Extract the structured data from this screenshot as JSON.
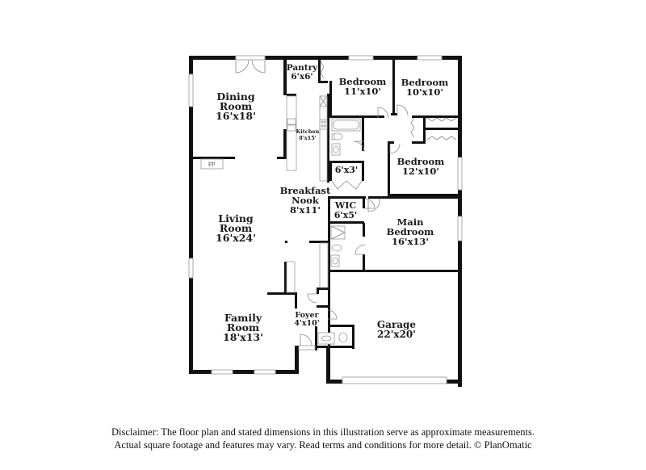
{
  "rooms": [
    {
      "id": "dining",
      "name_lines": [
        "Dining",
        "Room"
      ],
      "dims": "16'x18'"
    },
    {
      "id": "pantry",
      "name_lines": [
        "Pantry"
      ],
      "dims": "6'x6'"
    },
    {
      "id": "kitchen",
      "name_lines": [
        "Kitchen"
      ],
      "dims": "8'x15'"
    },
    {
      "id": "bedroom-1",
      "name_lines": [
        "Bedroom"
      ],
      "dims": "11'x10'"
    },
    {
      "id": "bedroom-2",
      "name_lines": [
        "Bedroom"
      ],
      "dims": "10'x10'"
    },
    {
      "id": "bedroom-3",
      "name_lines": [
        "Bedroom"
      ],
      "dims": "12'x10'"
    },
    {
      "id": "hall-closet",
      "name_lines": [],
      "dims": "6'x3'"
    },
    {
      "id": "breakfast-nook",
      "name_lines": [
        "Breakfast",
        "Nook"
      ],
      "dims": "8'x11'"
    },
    {
      "id": "wic",
      "name_lines": [
        "WIC"
      ],
      "dims": "6'x5'"
    },
    {
      "id": "living",
      "name_lines": [
        "Living",
        "Room"
      ],
      "dims": "16'x24'"
    },
    {
      "id": "main-bedroom",
      "name_lines": [
        "Main",
        "Bedroom"
      ],
      "dims": "16'x13'"
    },
    {
      "id": "foyer",
      "name_lines": [
        "Foyer"
      ],
      "dims": "4'x10'"
    },
    {
      "id": "family",
      "name_lines": [
        "Family",
        "Room"
      ],
      "dims": "18'x13'"
    },
    {
      "id": "garage",
      "name_lines": [
        "Garage"
      ],
      "dims": "22'x20'"
    }
  ],
  "labels": {
    "dining_1": "Dining",
    "dining_2": "Room",
    "dining_dims": "16'x18'",
    "pantry_1": "Pantry",
    "pantry_dims": "6'x6'",
    "kitchen_1": "Kitchen",
    "kitchen_dims": "8'x15'",
    "bed1_1": "Bedroom",
    "bed1_dims": "11'x10'",
    "bed2_1": "Bedroom",
    "bed2_dims": "10'x10'",
    "bed3_1": "Bedroom",
    "bed3_dims": "12'x10'",
    "closet_dims": "6'x3'",
    "nook_1": "Breakfast",
    "nook_2": "Nook",
    "nook_dims": "8'x11'",
    "wic_1": "WIC",
    "wic_dims": "6'x5'",
    "living_1": "Living",
    "living_2": "Room",
    "living_dims": "16'x24'",
    "main_1": "Main",
    "main_2": "Bedroom",
    "main_dims": "16'x13'",
    "foyer_1": "Foyer",
    "foyer_dims": "4'x10'",
    "family_1": "Family",
    "family_2": "Room",
    "family_dims": "18'x13'",
    "garage_1": "Garage",
    "garage_dims": "22'x20'",
    "fireplace": "FP"
  },
  "disclaimer": {
    "line1": "Disclaimer: The floor plan and stated dimensions in this illustration serve as approximate measurements.",
    "line2": "Actual square footage and features may vary. Read terms and conditions for more detail. © PlanOmatic"
  },
  "colors": {
    "wall": "#111111",
    "fixture": "#9a9a9a",
    "background": "#ffffff"
  }
}
